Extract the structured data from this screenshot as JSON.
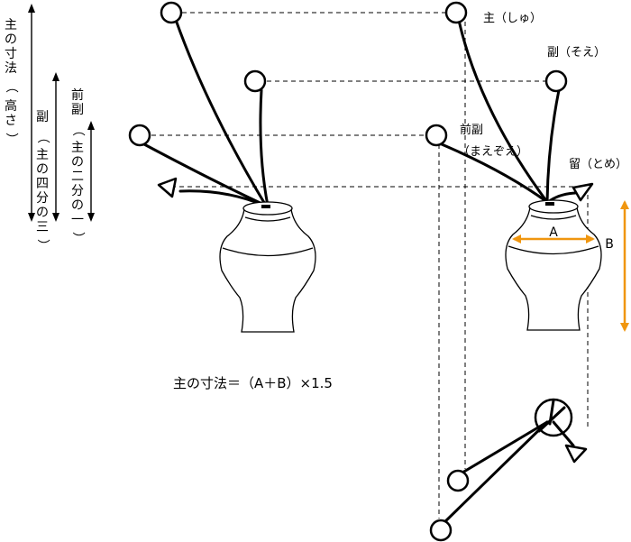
{
  "legend": {
    "shu_height": [
      "主",
      "の",
      "寸",
      "法",
      "（",
      "高",
      "さ",
      "）"
    ],
    "soe_ratio": [
      "副",
      " ",
      "（",
      "主",
      "の",
      "四",
      "分",
      "の",
      "三",
      "）"
    ],
    "maezoe_ratio": [
      "前",
      "副",
      " ",
      "（",
      "主",
      "の",
      "二",
      "分",
      "の",
      "一",
      "）"
    ]
  },
  "labels": {
    "shu": "主（しゅ）",
    "soe": "副（そえ）",
    "maezoe_1": "前副",
    "maezoe_2": "（まえぞえ）",
    "tome": "留（とめ）",
    "dim_a": "A",
    "dim_b": "B"
  },
  "formula": "主の寸法＝（A＋B）×1.5",
  "colors": {
    "line": "#000000",
    "dimension": "#f0960f",
    "background": "#ffffff"
  }
}
